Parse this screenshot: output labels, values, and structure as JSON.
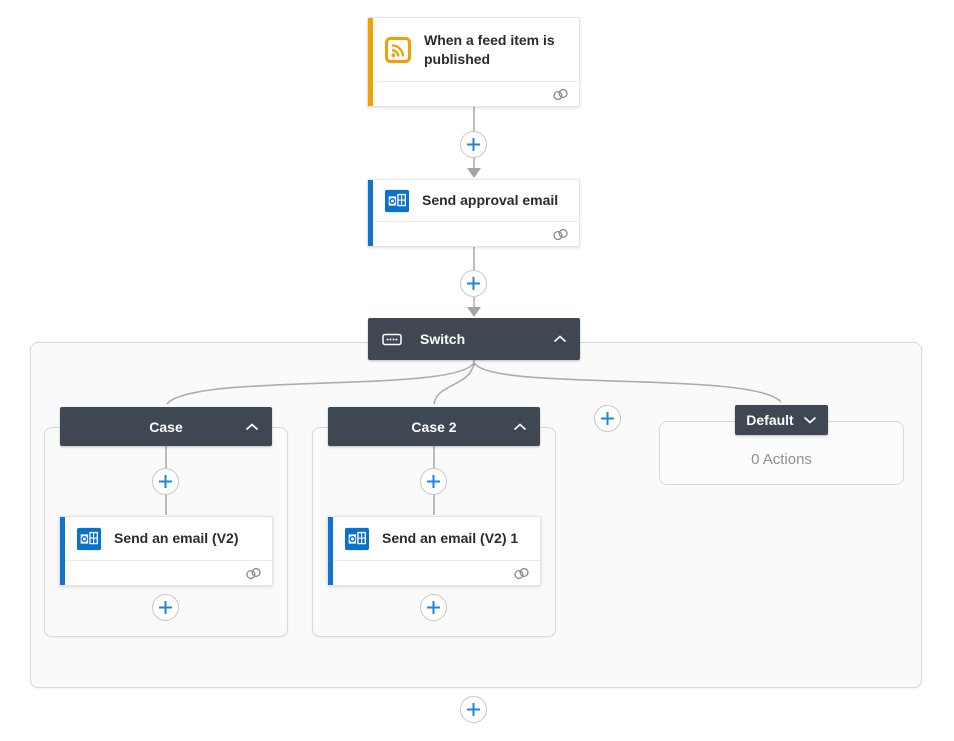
{
  "colors": {
    "accent_orange": "#f2a104",
    "accent_blue": "#1173c9",
    "plus_blue": "#2186d3",
    "header_dark": "#3f4752",
    "connector_gray": "#a9a9a9",
    "scope_background": "#fafafa",
    "muted_text": "#8a9097"
  },
  "trigger": {
    "title": "When a feed item is published",
    "icon": "rss-icon"
  },
  "approval": {
    "title": "Send approval email",
    "icon": "outlook-icon"
  },
  "switch": {
    "label": "Switch",
    "icon": "switch-icon",
    "state": "expanded"
  },
  "cases": [
    {
      "label": "Case",
      "state": "expanded",
      "action_title": "Send an email (V2)",
      "action_icon": "outlook-icon"
    },
    {
      "label": "Case 2",
      "state": "expanded",
      "action_title": "Send an email (V2) 1",
      "action_icon": "outlook-icon"
    }
  ],
  "default_branch": {
    "label": "Default",
    "state": "collapsed",
    "content": "0 Actions"
  }
}
